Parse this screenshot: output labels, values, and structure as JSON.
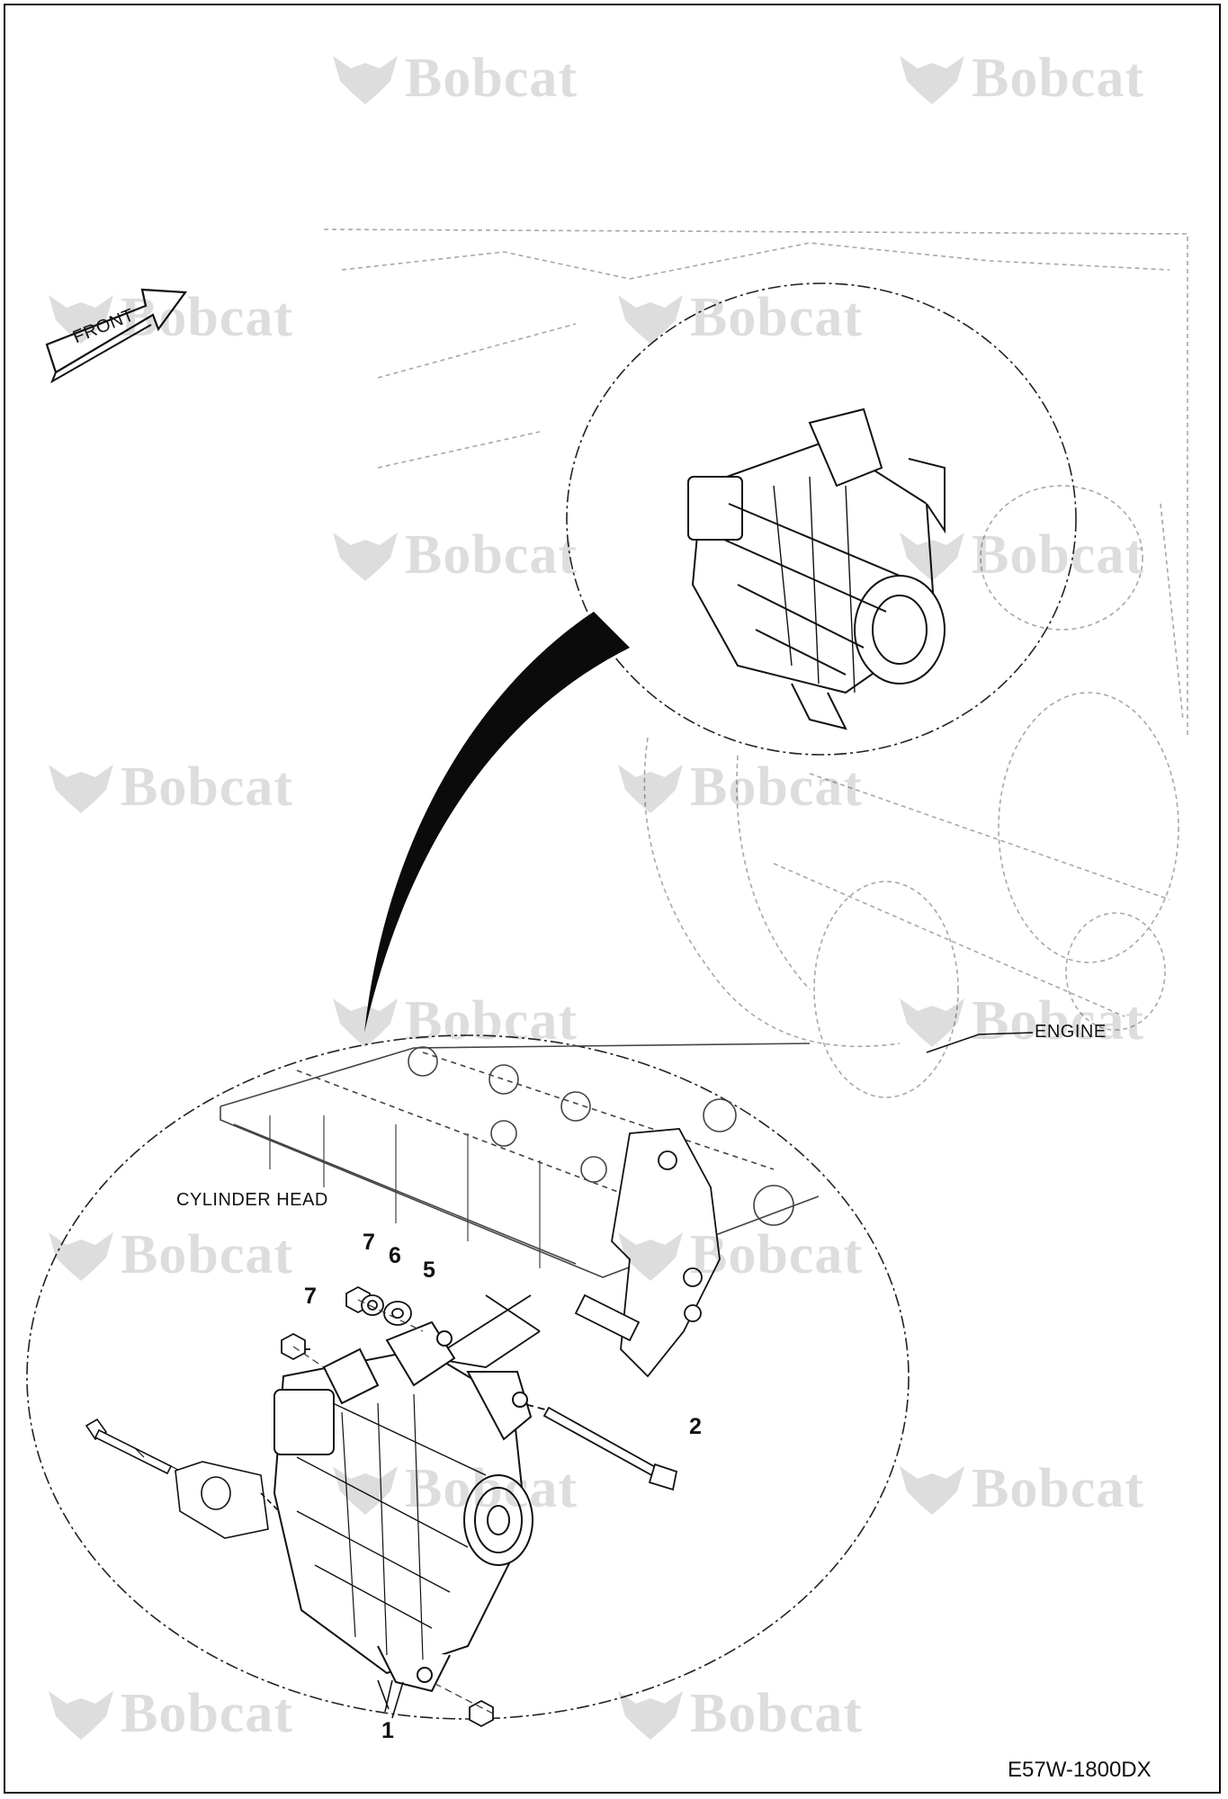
{
  "drawing": {
    "front_label": "FRONT",
    "engine_label": "ENGINE",
    "cylinder_head_label": "CYLINDER HEAD",
    "drawing_code": "E57W-1800DX",
    "watermark_text": "Bobcat",
    "callouts": [
      "1",
      "2",
      "5",
      "6",
      "7",
      "7"
    ]
  },
  "colors": {
    "line": "#111111",
    "faint": "#9a9a9a",
    "watermark": "#000000"
  },
  "icons": {
    "front_arrow": "front-arrow-icon",
    "watermark_logo": "bobcat-logo-icon"
  }
}
